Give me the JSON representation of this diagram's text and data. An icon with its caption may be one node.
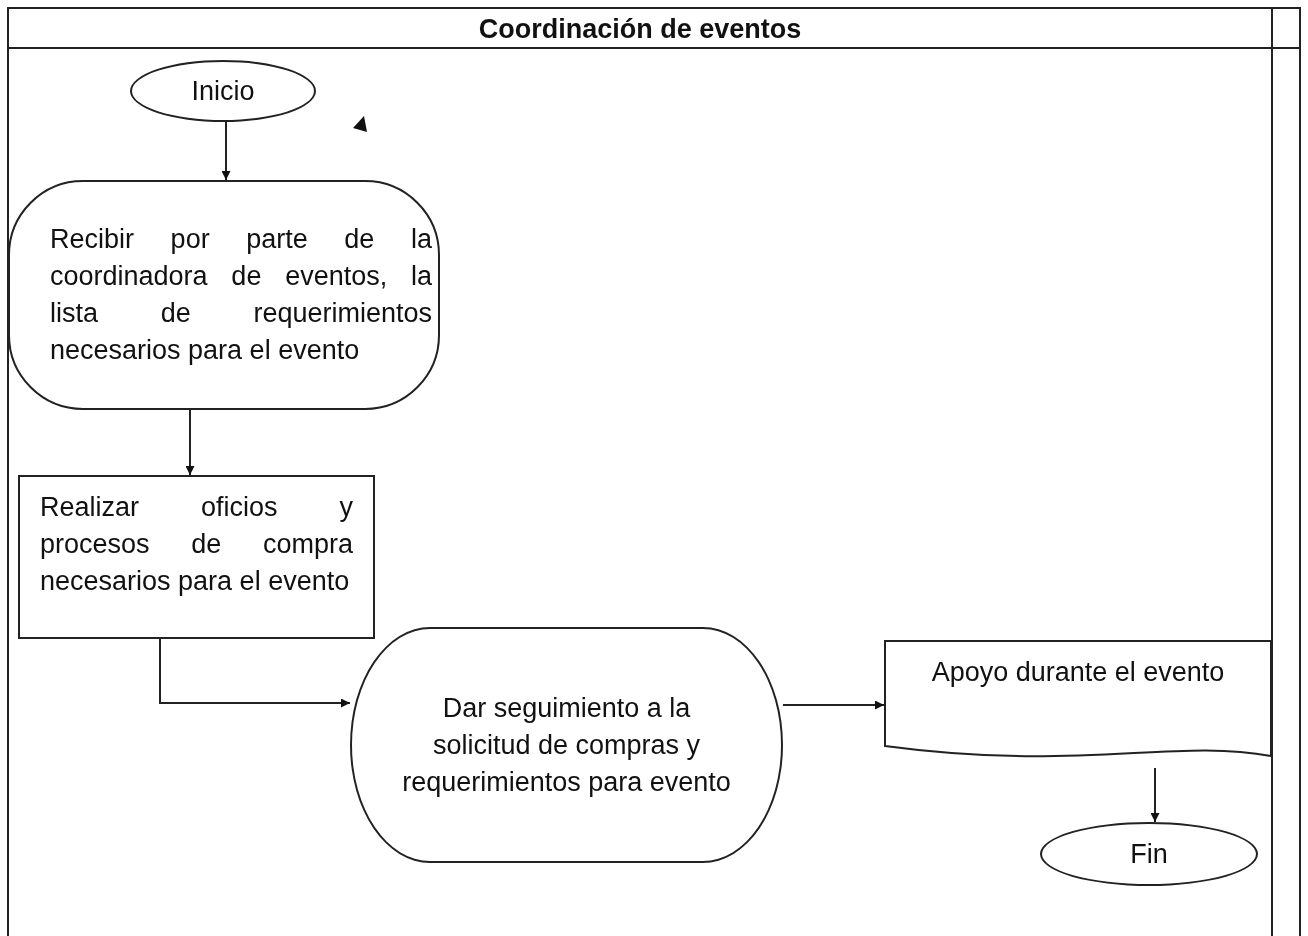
{
  "diagram": {
    "title": "Coordinación de eventos",
    "nodes": [
      {
        "text": [
          "Inicio"
        ]
      },
      {
        "text": [
          "Recibir por parte de la coordinadora de eventos, la lista de requerimientos necesarios para el evento"
        ]
      },
      {
        "text": [
          "Realizar oficios y procesos de compra necesarios para el evento"
        ]
      },
      {
        "text": [
          "Dar seguimiento a la solicitud de compras y requerimientos para evento"
        ]
      },
      {
        "text": [
          "Apoyo durante el evento"
        ]
      },
      {
        "text": [
          "Fin"
        ]
      }
    ],
    "edges": [
      {
        "from": 0,
        "to": 1,
        "arrow": "to"
      },
      {
        "from": 1,
        "to": 2,
        "arrow": "to"
      },
      {
        "from": 2,
        "to": 3,
        "arrow": "to"
      },
      {
        "from": 3,
        "to": 4,
        "arrow": "to"
      },
      {
        "from": 4,
        "to": 5,
        "arrow": "to"
      }
    ]
  }
}
